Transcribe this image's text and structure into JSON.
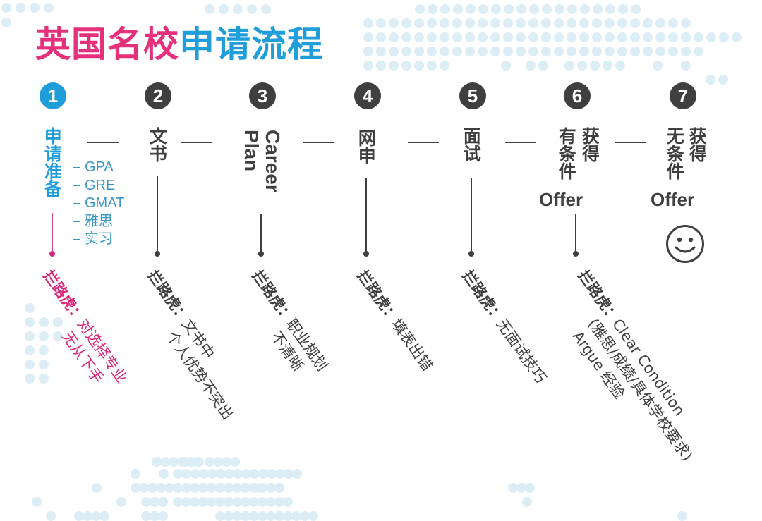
{
  "title": {
    "part1": "英国名校",
    "part2": "申请流程"
  },
  "colors": {
    "pink": "#e5307b",
    "blue": "#1f9ed9",
    "dark": "#3f3f40",
    "dots": "#dcedf6"
  },
  "steps": [
    {
      "number": "1",
      "label": "申请准备",
      "sublist": [
        "GPA",
        "GRE",
        "GMAT",
        "雅思",
        "实习"
      ],
      "obstacle": {
        "label": "拦路虎：",
        "lines": [
          "对选择专业",
          "无从下手"
        ]
      }
    },
    {
      "number": "2",
      "label": "文书",
      "obstacle": {
        "label": "拦路虎：",
        "lines": [
          "文书中",
          "个人优势不突出"
        ]
      }
    },
    {
      "number": "3",
      "label_lines": [
        "Career",
        "Plan"
      ],
      "obstacle": {
        "label": "拦路虎：",
        "lines": [
          "职业规划",
          "不清晰"
        ]
      }
    },
    {
      "number": "4",
      "label": "网申",
      "obstacle": {
        "label": "拦路虎：",
        "lines": [
          "填表出错"
        ]
      }
    },
    {
      "number": "5",
      "label": "面试",
      "obstacle": {
        "label": "拦路虎：",
        "lines": [
          "无面试技巧"
        ]
      }
    },
    {
      "number": "6",
      "label_cols": [
        "获得",
        "有条件"
      ],
      "offer": "Offer",
      "obstacle": {
        "label": "拦路虎：",
        "lines": [
          "Clear Condition",
          "(雅思/成绩/具体学校要求)",
          "Argue 经验"
        ]
      }
    },
    {
      "number": "7",
      "label_cols": [
        "获得",
        "无条件"
      ],
      "offer": "Offer",
      "icon": "smiley-icon"
    }
  ]
}
